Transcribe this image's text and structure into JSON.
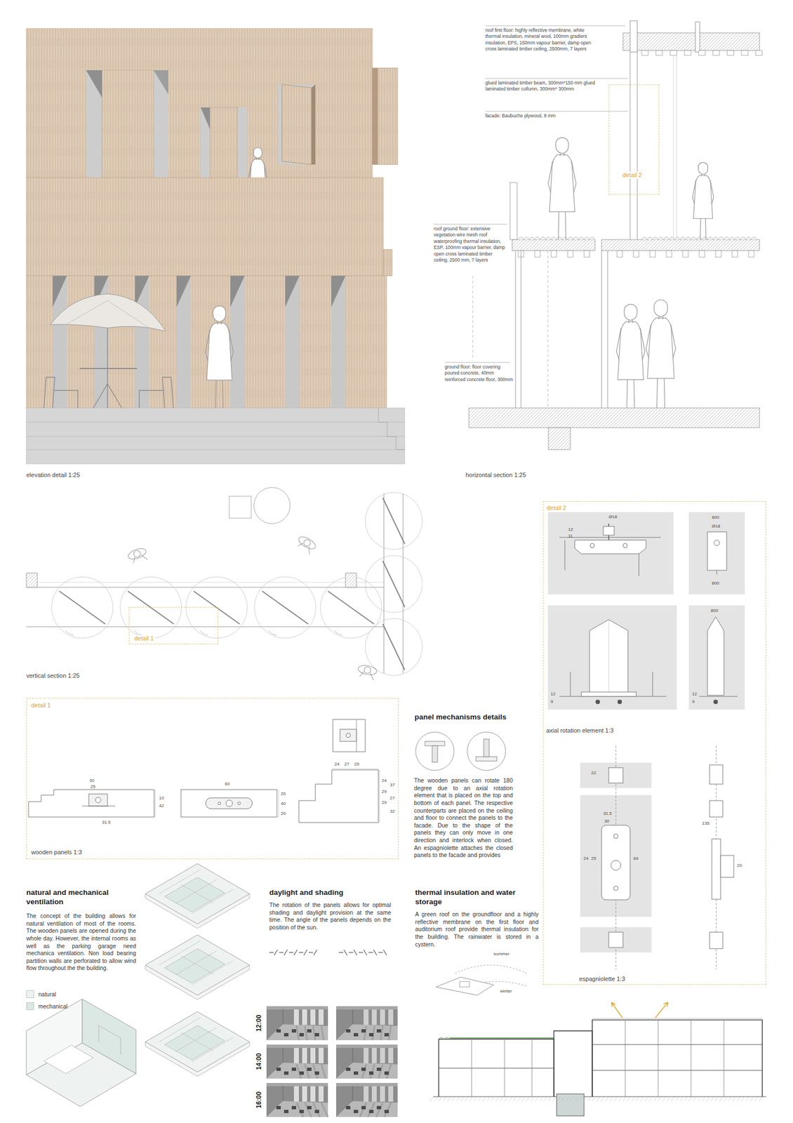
{
  "diagram": {
    "nodes": [
      {
        "text": [
          "detail 1",
          "wooden panels 1:3"
        ]
      },
      {
        "text": [
          "detail 2",
          "axial rotation element 1:3",
          "espagniolette 1:3"
        ]
      },
      {
        "text": [
          "detail 1"
        ]
      },
      {
        "text": [
          "detail 2"
        ]
      }
    ],
    "labels": [
      "roof first floor: highly reflective membrane, white thermal insulation, mineral wool, 100mm gradient insulation, EPS, 150mm vapour barrier, damp open cross laminated timber ceiling, 2500mm, 7 layers",
      "glued laminated timber beam, 300mm*150 mm glued laminated timber collumn, 300mm* 300mm",
      "facade: Baubuche plywood, 8 mm",
      "roof ground floor: extensive vegetation wire mesh roof waterproofing thermal insulation, ESP, 100mm vapour barrier, damp open cross laminated timber ceiling, 2500 mm, 7 layers",
      "ground floor: floor covering poured concrete, 40mm reinforced concrete floor, 300mm",
      "elevation detail 1:25",
      "horizontal section 1:25",
      "vertical section 1:25",
      "30",
      "25",
      "31.5",
      "10",
      "42",
      "60",
      "20",
      "40",
      "20",
      "24",
      "27",
      "29",
      "24",
      "29",
      "29",
      "37",
      "27",
      "32",
      "panel mechanisms details",
      "The wooden panels can rotate 180 degree due to an axial rotation element that is placed on the top and bottom of each panel. The respective counterparts are placed on the ceiling and floor to connect the panels to the facade. Due to the shape of the panels they can only move in one direction and interlock when closed. An espagniolette attaches the closed panels to the facade and provides",
      "Ø18",
      "12",
      "11",
      "800",
      "Ø18",
      "800",
      "800",
      "12",
      "9",
      "12",
      "9",
      "22",
      "31.5",
      "30",
      "24",
      "25",
      "64",
      "135",
      "20",
      "natural and mechanical ventilation",
      "The concept of the building allows for natural ventilation of most of the rooms. The wooden panels are opened during the whole day. However, the internal rooms as well as the parking garage need mechanica ventilation. Non load bearing partition walls are perforated to allow wind flow throughout the the building.",
      "daylight and shading",
      "The rotation of the panels allows for optimal shading and daylight provision at the same time. The angle of the panels depends on the position of the sun.",
      "12:00",
      "14:00",
      "16:00",
      "thermal insulation and water storage",
      "A green roof on the groundfloor and a highly reflective membrane on the first floor and auditorium roof provide thermal insulation for the building. The rainwater is stored in a cystern.",
      "summer",
      "winter"
    ],
    "legend": [
      {
        "text": "natural",
        "color": "#eef3f2"
      },
      {
        "text": "mechanical",
        "color": "#dce8e4"
      }
    ]
  }
}
